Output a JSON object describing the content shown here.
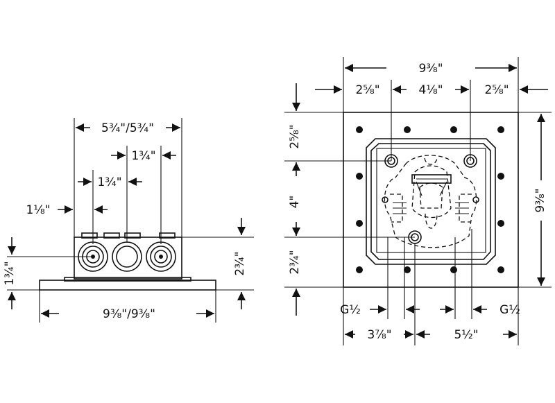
{
  "side_view": {
    "overall_width_label": "5¾\"/5¾\"",
    "port_spacing_top_label": "1¾\"",
    "port_spacing_mid_label": "1¾\"",
    "left_offset_label": "1⅛\"",
    "left_height_label": "1¾\"",
    "right_height_label": "2¾\"",
    "base_width_label": "9⅜\"/9⅜\""
  },
  "front_view": {
    "top_width_label": "9⅜\"",
    "left_segment_label": "2⅝\"",
    "center_segment_label": "4⅛\"",
    "right_segment_label": "2⅝\"",
    "left_top_label": "2⅝\"",
    "left_mid_label": "4\"",
    "left_bottom_label": "2¾\"",
    "right_height_label": "9⅜\"",
    "left_thread_label": "G½",
    "right_thread_label": "G½",
    "bottom_left_label": "3⅞\"",
    "bottom_right_label": "5½\""
  }
}
